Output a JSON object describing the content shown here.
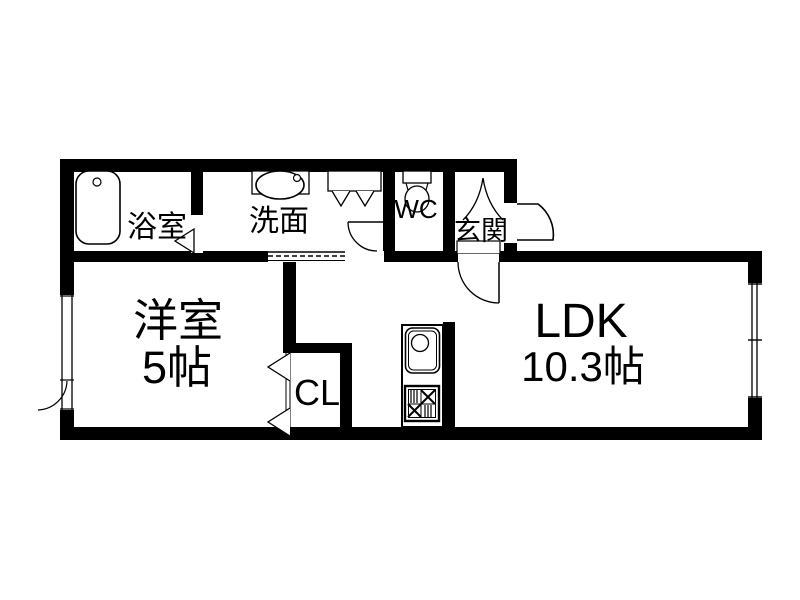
{
  "document": {
    "type": "apartment-floor-plan",
    "background_color": "#ffffff",
    "wall_color": "#000000",
    "line_color": "#000000"
  },
  "rooms": {
    "bathroom": {
      "label": "浴室"
    },
    "washroom": {
      "label": "洗面"
    },
    "toilet_room": {
      "label": "WC"
    },
    "entrance": {
      "label": "玄関"
    },
    "western_room": {
      "label": "洋室",
      "size": "5帖"
    },
    "closet": {
      "label": "CL"
    },
    "ldk": {
      "label": "LDK",
      "size": "10.3帖"
    }
  },
  "fixtures": {
    "bathtub": "bathtub-icon",
    "wash_basin": "wash-basin-icon",
    "washing_machine_area": "washing-machine-pan-icon",
    "toilet": "toilet-icon",
    "kitchen_sink": "kitchen-sink-icon",
    "gas_stove": "gas-stove-icon"
  },
  "openings": {
    "entrance_door": "hinged-door-outward",
    "entrance_to_ldk_door": "hinged-door",
    "washroom_door": "hinged-door",
    "bathroom_door": "door-triangle",
    "closet_door": "folding-door",
    "washroom_pass": "dashed-opening",
    "western_room_window": "casement-window",
    "ldk_window": "sliding-window"
  }
}
